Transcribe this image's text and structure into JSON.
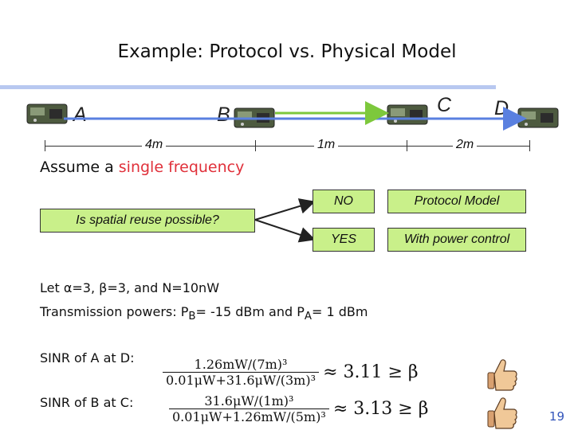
{
  "slide": {
    "title": "Example: Protocol vs. Physical Model",
    "page_number": "19"
  },
  "nodes": {
    "a": "A",
    "b": "B",
    "c": "C",
    "d": "D"
  },
  "distances": {
    "ab": "4m",
    "bc": "1m",
    "cd": "2m"
  },
  "assume": {
    "prefix": "Assume a ",
    "highlight": "single frequency"
  },
  "question": "Is spatial reuse possible?",
  "answers": {
    "no": "NO",
    "no_model": "Protocol Model",
    "yes": "YES",
    "yes_model": "With power control"
  },
  "params": {
    "prefix": "Let ",
    "alpha": "α",
    "beta": "β",
    "text_1": "=3, ",
    "text_2": "=3, and N=10nW"
  },
  "powers": {
    "prefix": "Transmission powers: P",
    "sub_b": "B",
    "mid": "= -15 dBm and P",
    "sub_a": "A",
    "suffix": "= 1 dBm"
  },
  "sinr": {
    "a_label": "SINR of A at D:",
    "b_label": "SINR of B at C:",
    "a_num": "1.26mW/(7m)³",
    "a_den": "0.01μW+31.6μW/(3m)³",
    "a_result": "≈ 3.11 ≥ β",
    "b_num": "31.6μW/(1m)³",
    "b_den": "0.01μW+1.26mW/(5m)³",
    "b_result": "≈ 3.13 ≥ β"
  },
  "colors": {
    "accent_blue_rule": "#b8c8f0",
    "arrow_green": "#7dc83c",
    "arrow_blue": "#5a80e0",
    "highlight_red": "#e0303a",
    "box_green": "#c9f08a"
  }
}
